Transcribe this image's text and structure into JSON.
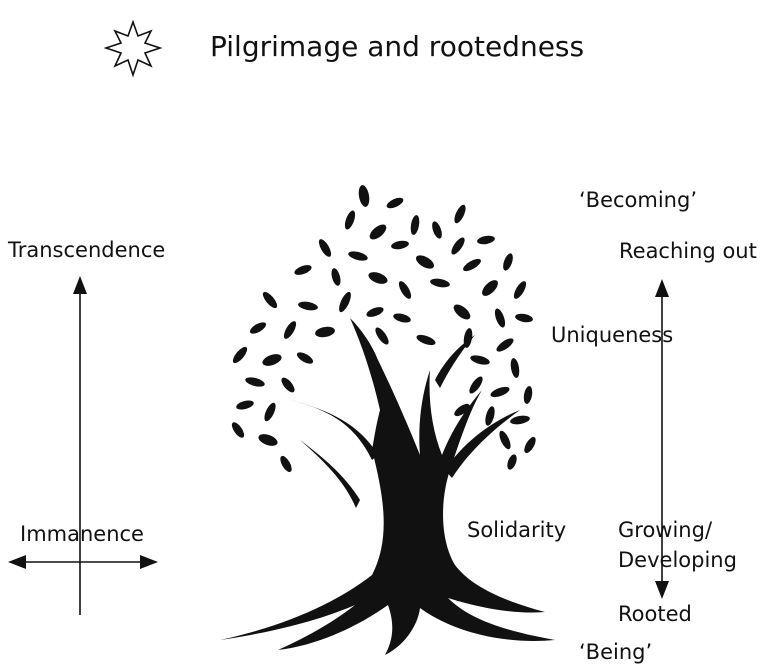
{
  "title": "Pilgrimage and rootedness",
  "labels": {
    "becoming": "‘Becoming’",
    "transcendence": "Transcendence",
    "reaching_out": "Reaching out",
    "uniqueness": "Uniqueness",
    "immanence": "Immanence",
    "solidarity": "Solidarity",
    "growing_line1": "Growing/",
    "growing_line2": "Developing",
    "rooted": "Rooted",
    "being": "‘Being’"
  },
  "icons": {
    "title_icon": "eight-point-star-icon",
    "central_image": "tree-illustration"
  },
  "colors": {
    "ink": "#111111",
    "background": "#ffffff"
  }
}
